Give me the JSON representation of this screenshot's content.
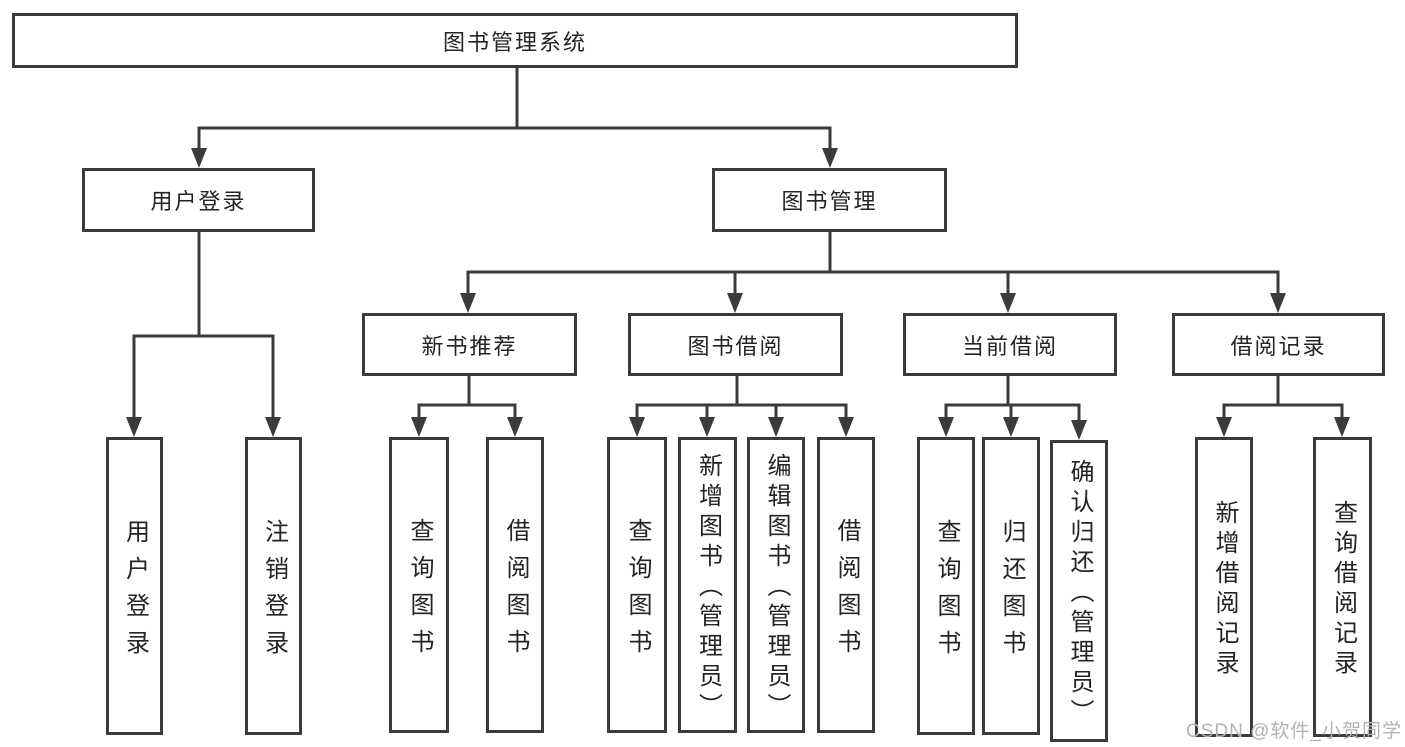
{
  "diagram": {
    "tree": {
      "root": "图书管理系统",
      "level2": [
        {
          "label": "用户登录",
          "children": [
            "用户登录",
            "注销登录"
          ]
        },
        {
          "label": "图书管理",
          "children": [
            {
              "label": "新书推荐",
              "children": [
                "查询图书",
                "借阅图书"
              ]
            },
            {
              "label": "图书借阅",
              "children": [
                "查询图书",
                "新增图书（管理员）",
                "编辑图书（管理员）",
                "借阅图书"
              ]
            },
            {
              "label": "当前借阅",
              "children": [
                "查询图书",
                "归还图书",
                "确认归还（管理员）"
              ]
            },
            {
              "label": "借阅记录",
              "children": [
                "新增借阅记录",
                "查询借阅记录"
              ]
            }
          ]
        }
      ]
    },
    "colors": {
      "line": "#3b3b3b",
      "text": "#242424",
      "background": "#ffffff",
      "watermark": "#b3b3b3"
    },
    "watermark": "CSDN @软件_小贺同学"
  }
}
